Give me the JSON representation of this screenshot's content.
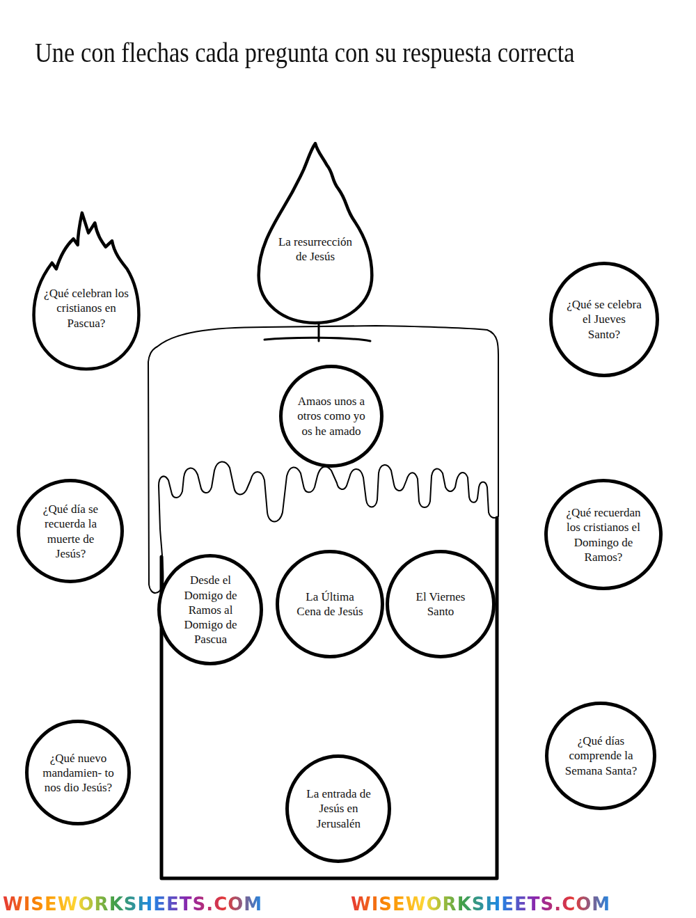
{
  "diagram": {
    "title": "Une con flechas cada pregunta con su respuesta correcta",
    "nodes": [
      {
        "text": [
          "La resurrección de Jesús"
        ]
      },
      {
        "text": [
          "¿Qué celebran los cristianos en Pascua?"
        ]
      },
      {
        "text": [
          "¿Qué se celebra el Jueves Santo?"
        ]
      },
      {
        "text": [
          "Amaos unos a otros como yo os he amado"
        ]
      },
      {
        "text": [
          "¿Qué día se recuerda la muerte de Jesús?"
        ]
      },
      {
        "text": [
          "¿Qué recuerdan los cristianos el Domingo de Ramos?"
        ]
      },
      {
        "text": [
          "Desde el Domigo de Ramos al Domigo de Pascua"
        ]
      },
      {
        "text": [
          "La Última Cena de Jesús"
        ]
      },
      {
        "text": [
          "El Viernes Santo"
        ]
      },
      {
        "text": [
          "¿Qué nuevo mandamien- to nos dio Jesús?"
        ]
      },
      {
        "text": [
          "¿Qué días comprende la Semana Santa?"
        ]
      },
      {
        "text": [
          "La entrada de Jesús en Jerusalén"
        ]
      }
    ],
    "labels": [
      "WISEWORKSHEETS.COM",
      "WISEWORKSHEETS.COM"
    ]
  }
}
